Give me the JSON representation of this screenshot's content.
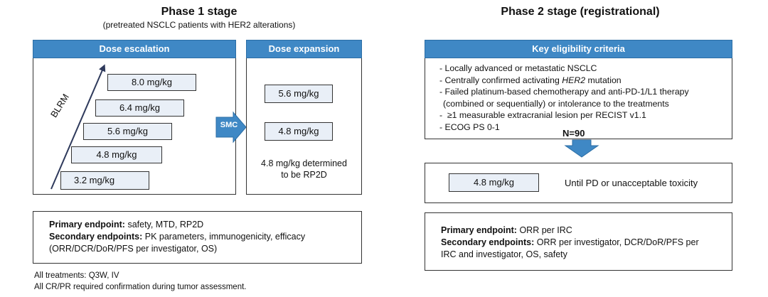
{
  "phase1": {
    "title": "Phase 1 stage",
    "subtitle": "(pretreated NSCLC patients with HER2 alterations)",
    "escalation": {
      "header": "Dose escalation",
      "axis_label": "BLRM",
      "doses": [
        "8.0 mg/kg",
        "6.4 mg/kg",
        "5.6 mg/kg",
        "4.8 mg/kg",
        "3.2 mg/kg"
      ]
    },
    "smc_label": "SMC",
    "expansion": {
      "header": "Dose expansion",
      "doses": [
        "5.6 mg/kg",
        "4.8 mg/kg"
      ],
      "note_line1": "4.8 mg/kg determined",
      "note_line2": "to be RP2D"
    },
    "endpoints": {
      "primary_label": "Primary endpoint:",
      "primary_text": " safety, MTD, RP2D",
      "secondary_label": "Secondary endpoints:",
      "secondary_text": " PK parameters, immunogenicity, efficacy",
      "secondary_text2": "(ORR/DCR/DoR/PFS per investigator, OS)"
    },
    "footnote1": "All treatments: Q3W, IV",
    "footnote2": "All CR/PR required confirmation during tumor assessment."
  },
  "phase2": {
    "title": "Phase 2 stage (registrational)",
    "criteria_header": "Key eligibility criteria",
    "criteria": {
      "c1": "- Locally advanced or metastatic NSCLC",
      "c2_pre": "- Centrally confirmed activating ",
      "c2_italic": "HER2",
      "c2_post": " mutation",
      "c3a": "- Failed platinum-based chemotherapy and anti-PD-1/L1 therapy",
      "c3b": "(combined or sequentially) or intolerance to the treatments",
      "c4": "-  ≥1 measurable extracranial lesion per RECIST v1.1",
      "c5": "- ECOG PS 0-1"
    },
    "n_label": "N=90",
    "dose": "4.8 mg/kg",
    "duration": "Until PD or unacceptable toxicity",
    "endpoints": {
      "primary_label": "Primary endpoint:",
      "primary_text": " ORR per IRC",
      "secondary_label": "Secondary endpoints:",
      "secondary_text": " ORR per investigator, DCR/DoR/PFS per",
      "secondary_text2": "IRC and investigator, OS, safety"
    }
  },
  "colors": {
    "header_blue": "#3f88c5",
    "dose_fill": "#e9eff7",
    "arrow_blue": "#3f88c5",
    "axis_arrow": "#2f3a5c"
  }
}
